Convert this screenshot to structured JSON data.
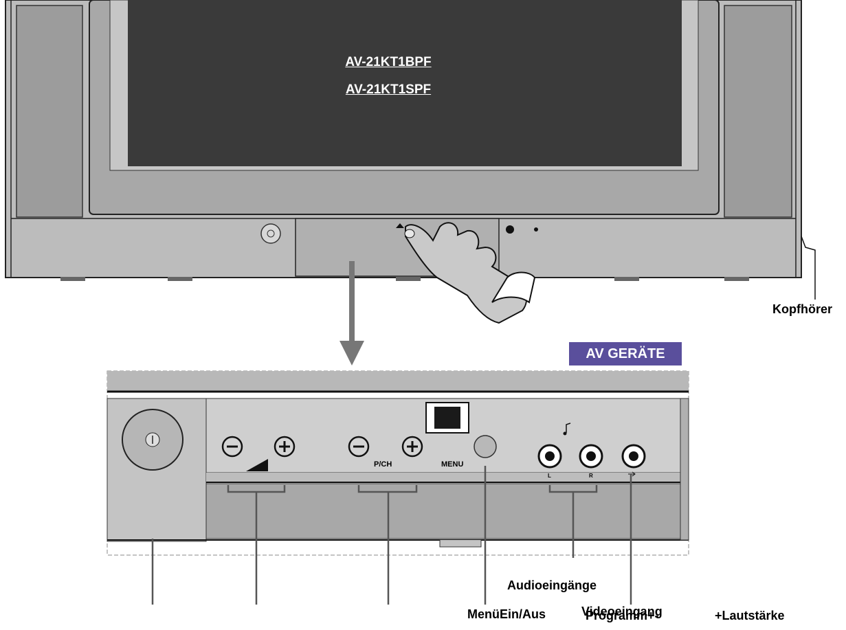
{
  "tv": {
    "model_1": "AV-21KT1BPF",
    "model_2": "AV-21KT1SPF"
  },
  "badge": {
    "label": "AV GERÄTE",
    "color": "#5a4f9c"
  },
  "panel": {
    "channel_label": "P/CH",
    "menu_label": "MENU",
    "audio_left": "L",
    "audio_right": "R"
  },
  "callouts": {
    "headphones": "Kopfhörer",
    "audio_inputs": "Audioeingänge",
    "menu_on_off": "MenüEin/Aus",
    "video_input": "Videoeingang",
    "program_minus": "Programm+-",
    "volume": "+Lautstärke"
  },
  "icons": {
    "power": "power-icon",
    "volume_ramp": "volume-ramp-icon",
    "music_note": "music-note-icon",
    "pointing_hand": "pointing-hand-icon",
    "eject": "eject-icon"
  }
}
